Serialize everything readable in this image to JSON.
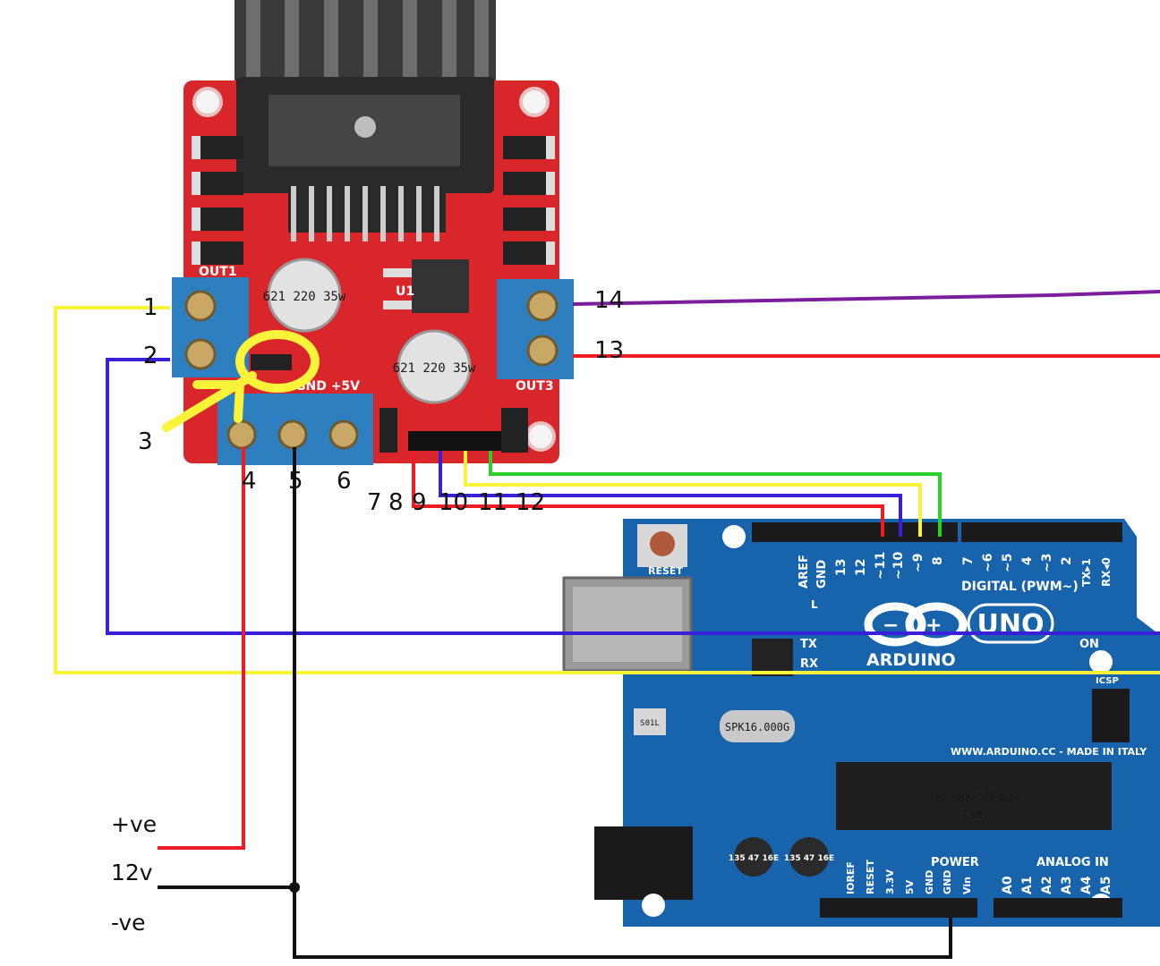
{
  "driver": {
    "terminal_labels": [
      "1",
      "2",
      "3",
      "4",
      "5",
      "6",
      "7",
      "8",
      "9",
      "10",
      "11",
      "12",
      "13",
      "14"
    ],
    "silk": {
      "out1": "OUT1",
      "out3": "OUT3",
      "gnd_5v": "GND +5V",
      "cap_a": "621 220 35w",
      "cap_b": "621 220 35w",
      "u1": "U1"
    }
  },
  "supply": {
    "positive": "+ve",
    "voltage": "12v",
    "negative": "-ve"
  },
  "arduino": {
    "brand": "ARDUINO",
    "model": "UNO",
    "digital_label": "DIGITAL (PWM~)",
    "header_pins": [
      "AREF",
      "GND",
      "13",
      "12",
      "~11",
      "~10",
      "~9",
      "8",
      "7",
      "~6",
      "~5",
      "4",
      "~3",
      "2",
      "TX▸1",
      "RX◂0"
    ],
    "reset": "RESET",
    "tx": "TX",
    "rx": "RX",
    "on": "ON",
    "crystal": "SPK16.000G",
    "website": "WWW.ARDUINO.CC - MADE IN ITALY",
    "chip_line1": "ATMEGA328P-PU",
    "chip_line2": "1051",
    "power_label": "POWER",
    "analog_label": "ANALOG IN",
    "power_pins": [
      "IOREF",
      "RESET",
      "3.3V",
      "5V",
      "GND",
      "GND",
      "Vin"
    ],
    "analog_pins": [
      "A0",
      "A1",
      "A2",
      "A3",
      "A4",
      "A5"
    ],
    "cap_text": "135 47 16E",
    "icsp": "ICSP",
    "l": "L",
    "s01l": "S01L"
  },
  "colors": {
    "pcb_red": "#d9262b",
    "pcb_blue": "#1764ad",
    "terminal_blue": "#2d7fc0",
    "wire_yellow": "#fbf23a",
    "wire_blue": "#3a1fd8",
    "wire_red": "#ee1c24",
    "wire_purple": "#7a1e9c",
    "wire_green": "#2bd12b",
    "wire_black": "#111111",
    "highlight": "#fbf23a"
  }
}
